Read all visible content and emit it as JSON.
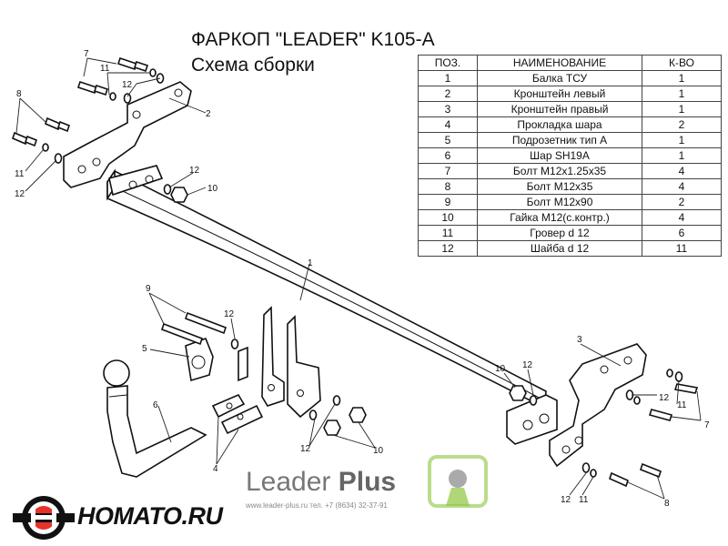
{
  "title": "ФАРКОП \"LEADER\" K105-A",
  "subtitle": "Схема сборки",
  "table": {
    "headers": [
      "ПОЗ.",
      "НАИМЕНОВАНИЕ",
      "К-ВО"
    ],
    "rows": [
      [
        "1",
        "Балка ТСУ",
        "1"
      ],
      [
        "2",
        "Кронштейн левый",
        "1"
      ],
      [
        "3",
        "Кронштейн правый",
        "1"
      ],
      [
        "4",
        "Прокладка шара",
        "2"
      ],
      [
        "5",
        "Подрозетник тип А",
        "1"
      ],
      [
        "6",
        "Шар SH19A",
        "1"
      ],
      [
        "7",
        "Болт М12х1.25х35",
        "4"
      ],
      [
        "8",
        "Болт М12х35",
        "4"
      ],
      [
        "9",
        "Болт М12х90",
        "2"
      ],
      [
        "10",
        "Гайка М12(с.контр.)",
        "4"
      ],
      [
        "11",
        "Гровер d 12",
        "6"
      ],
      [
        "12",
        "Шайба d 12",
        "11"
      ]
    ]
  },
  "callouts": {
    "c1": "1",
    "c2": "2",
    "c3": "3",
    "c4": "4",
    "c5": "5",
    "c6": "6",
    "c7_left": "7",
    "c7_right": "7",
    "c8_left": "8",
    "c8_right": "8",
    "c9": "9",
    "c10_a": "10",
    "c10_b": "10",
    "c10_c": "10",
    "c11_a": "11",
    "c11_b": "11",
    "c11_c": "11",
    "c11_d": "11",
    "c12_a": "12",
    "c12_b": "12",
    "c12_c": "12",
    "c12_d": "12",
    "c12_e": "12",
    "c12_f": "12",
    "c12_g": "12",
    "c12_h": "12"
  },
  "brand": {
    "name_part1": "Leader",
    "name_part2": " Plus",
    "contacts": "www.leader-plus.ru   тел. +7 (8634) 32-37-91",
    "logo_color": "#8dc63f"
  },
  "watermark": {
    "text": "HOMATO.RU",
    "accent_color": "#e5332a"
  }
}
